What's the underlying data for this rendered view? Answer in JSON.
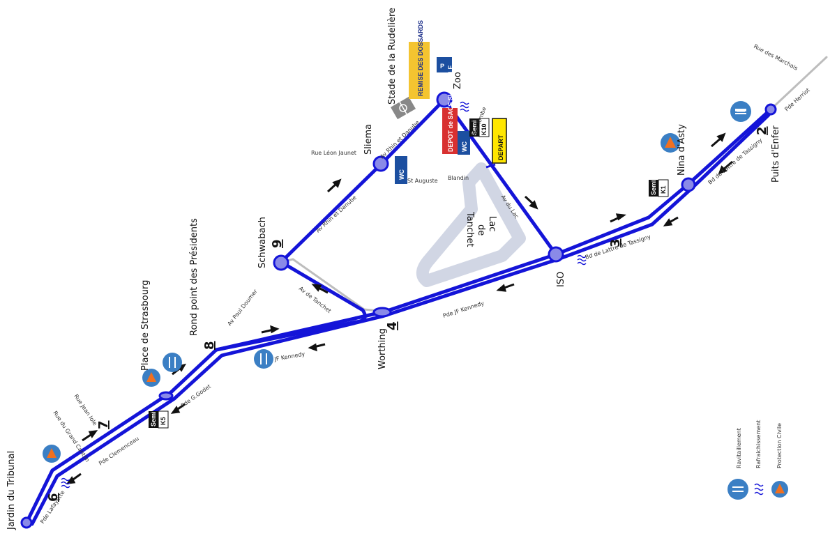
{
  "colors": {
    "route": "#1414d8",
    "station": "#8a8ae8",
    "lake": "#d8dce8",
    "road": "#bdbdbd",
    "ravitaillement": "#3b7fc4",
    "protection_outer": "#3b7fc4",
    "protection_inner": "#f07020",
    "remise_bg": "#f4c430",
    "depot_bg": "#d83030",
    "wc_bg": "#1c4fa0",
    "depart_bg": "#ffe600"
  },
  "lake_label": [
    "Lac",
    "de",
    "Tanchet"
  ],
  "places": {
    "stade": "Stade de la Rudelière",
    "zoo": "Zoo",
    "sliema": "Sliema",
    "schwabach": "Schwabach",
    "rond_point": "Rond point des Présidents",
    "place_strasbourg": "Place de Strasbourg",
    "jardin": "Jardin du Tribunal",
    "worthing": "Worthing",
    "iso": "ISO",
    "nina": "Nina d'Asty",
    "puits": "Puits d'Enfer"
  },
  "numbers": {
    "n9": "9",
    "n8": "8",
    "n7": "7",
    "n6": "6",
    "n4": "4",
    "n3": "3",
    "n2": "2"
  },
  "streets": {
    "rue_marchais": "Rue des Marchais",
    "pde_herriot": "Pde Herriot",
    "bd_lattre_1": "Bd de Lattre de Tassigny",
    "bd_lattre_2": "Bd de Lattre de Tassigny",
    "av_lac": "Av du Lac",
    "pde_jf_kennedy": "Pde JF Kennedy",
    "jf_kennedy": "JF Kennedy",
    "av_tanchet": "Av de Tanchet",
    "av_paul_doumer": "Av Paul Doumer",
    "av_rhin_danube_1": "Av Rhin et Danube",
    "av_rhin_danube_2": "Av Rhin et Danube",
    "rue_leon_jaunet": "Rue Léon Jaunet",
    "st_auguste": "St Auguste",
    "blandin": "Blandin",
    "rue_tombe": "Rue Tombe",
    "pde_godet": "Pde G.Godet",
    "pde_clemenceau": "Pde Clemenceau",
    "rue_jean_iole": "Rue Jean Iole",
    "grand_canton": "Rue du Grand Canton",
    "pde_lafayette": "Pde Lafayette"
  },
  "badges": {
    "remise": "REMISE DES DOSSARDS",
    "depot": "DEPOT de SACS SURVEILLE",
    "wc": "WC",
    "depart": "DEPART",
    "parking": "P"
  },
  "km_markers": {
    "k10": {
      "top": "Semi",
      "bottom": "K10"
    },
    "k1": {
      "top": "Semi",
      "bottom": "K1"
    },
    "k5": {
      "top": "Semi",
      "bottom": "K5"
    }
  },
  "legend": {
    "ravitaillement": "Ravitaillement",
    "rafraichissement": "Rafraichissement",
    "protection": "Protection Civile"
  }
}
